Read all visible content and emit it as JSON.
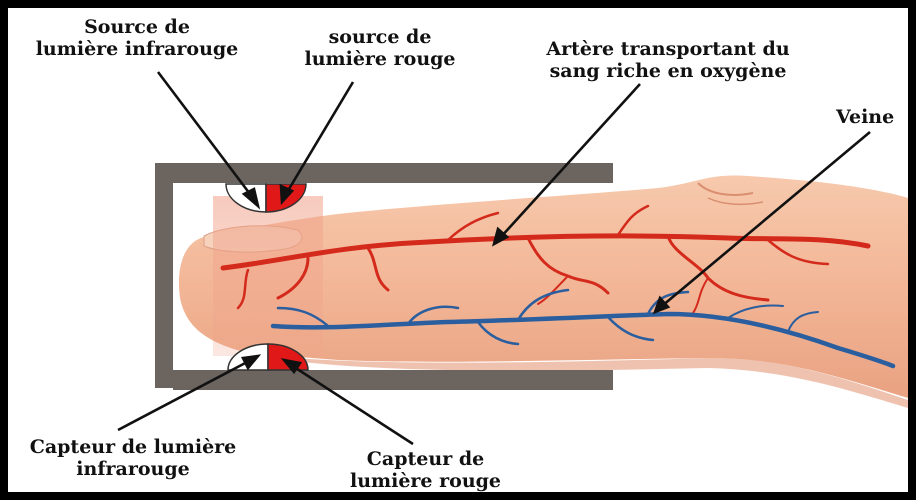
{
  "labels": {
    "ir_source": "Source de\nlumière infrarouge",
    "red_source": "source de\nlumière rouge",
    "artery": "Artère transportant du\nsang riche en oxygène",
    "vein": "Veine",
    "ir_sensor": "Capteur de lumière\ninfrarouge",
    "red_sensor": "Capteur de\nlumière rouge"
  },
  "colors": {
    "skin": "#f2b696",
    "skin_shadow": "#e59a7a",
    "artery": "#d42a1c",
    "vein": "#2a5e9e",
    "clip_bar": "#6b645f",
    "led_red": "#e01818",
    "led_white": "#ffffff",
    "arrow": "#111111"
  }
}
